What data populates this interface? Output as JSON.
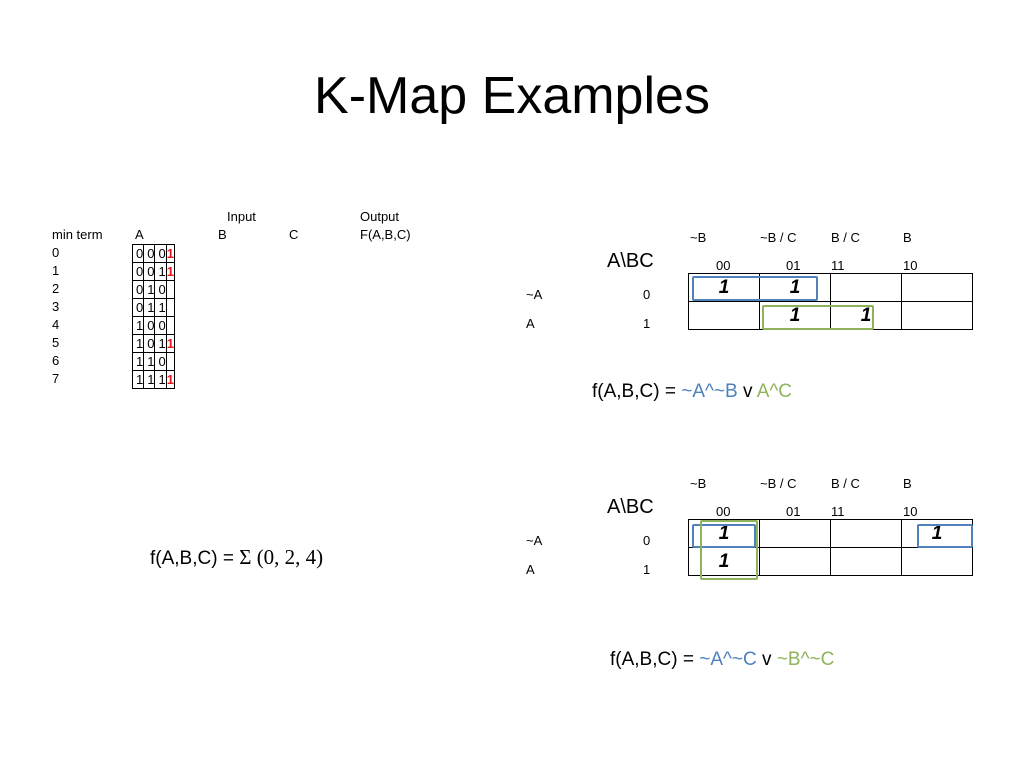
{
  "title": "K-Map Examples",
  "truth_table": {
    "group_headers": {
      "input": "Input",
      "output": "Output"
    },
    "columns": [
      "A",
      "B",
      "C",
      "F(A,B,C)"
    ],
    "row_label_header": "min term",
    "rows": [
      {
        "minterm": "0",
        "a": "0",
        "b": "0",
        "c": "0",
        "f": "1"
      },
      {
        "minterm": "1",
        "a": "0",
        "b": "0",
        "c": "1",
        "f": "1"
      },
      {
        "minterm": "2",
        "a": "0",
        "b": "1",
        "c": "0",
        "f": ""
      },
      {
        "minterm": "3",
        "a": "0",
        "b": "1",
        "c": "1",
        "f": ""
      },
      {
        "minterm": "4",
        "a": "1",
        "b": "0",
        "c": "0",
        "f": ""
      },
      {
        "minterm": "5",
        "a": "1",
        "b": "0",
        "c": "1",
        "f": "1"
      },
      {
        "minterm": "6",
        "a": "1",
        "b": "1",
        "c": "0",
        "f": ""
      },
      {
        "minterm": "7",
        "a": "1",
        "b": "1",
        "c": "1",
        "f": "1"
      }
    ]
  },
  "sum_formula": {
    "prefix": "f(A,B,C) = ",
    "expr": "Σ (0, 2, 4)"
  },
  "kmaps": [
    {
      "corner": "A\\BC",
      "col_top_labels": [
        "~B",
        "~B / C",
        "B / C",
        "B"
      ],
      "col_codes": [
        "00",
        "01",
        "11",
        "10"
      ],
      "row_names": [
        "~A",
        "A"
      ],
      "row_codes": [
        "0",
        "1"
      ],
      "cells": [
        [
          "1",
          "1",
          "",
          ""
        ],
        [
          "",
          "1",
          "1",
          ""
        ]
      ],
      "formula": {
        "prefix": "f(A,B,C) = ",
        "term1": "~A^~B",
        "op": " v ",
        "term2": "A^C"
      }
    },
    {
      "corner": "A\\BC",
      "col_top_labels": [
        "~B",
        "~B / C",
        "B / C",
        "B"
      ],
      "col_codes": [
        "00",
        "01",
        "11",
        "10"
      ],
      "row_names": [
        "~A",
        "A"
      ],
      "row_codes": [
        "0",
        "1"
      ],
      "cells": [
        [
          "1",
          "",
          "",
          "1"
        ],
        [
          "1",
          "",
          "",
          ""
        ]
      ],
      "formula": {
        "prefix": "f(A,B,C) = ",
        "term1": "~A^~C",
        "op": " v ",
        "term2": "~B^~C"
      }
    }
  ],
  "colors": {
    "highlight_blue": "#4f81bd",
    "highlight_green": "#8fb35b",
    "output_red": "#e0161b"
  }
}
